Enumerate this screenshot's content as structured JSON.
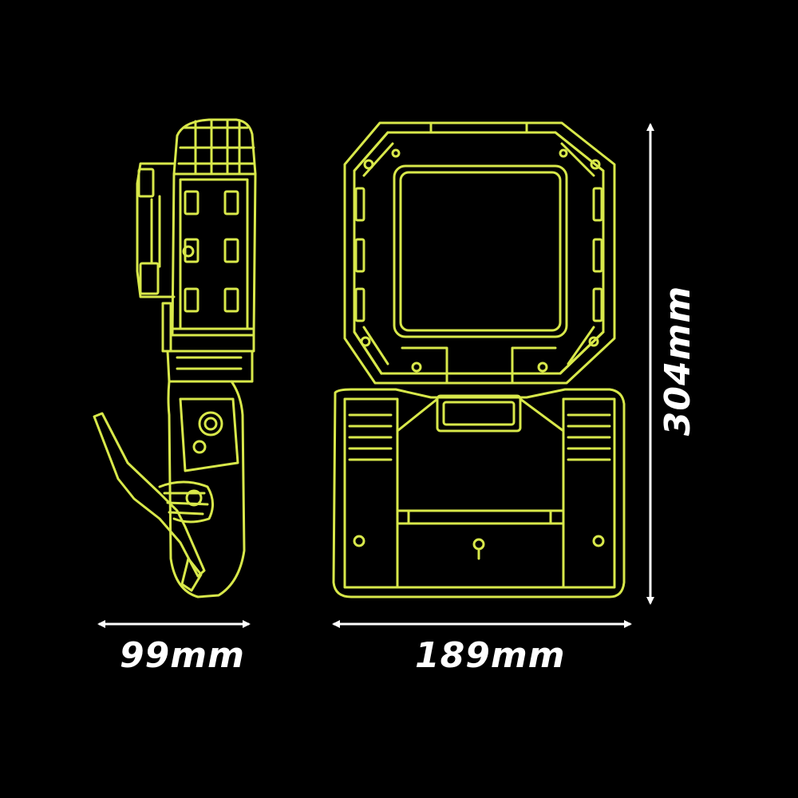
{
  "dimensions": {
    "side_depth": "99mm",
    "front_width": "189mm",
    "height": "304mm"
  },
  "colors": {
    "background": "#000000",
    "outline": "#d8e84a",
    "arrows": "#ffffff",
    "text": "#ffffff"
  }
}
